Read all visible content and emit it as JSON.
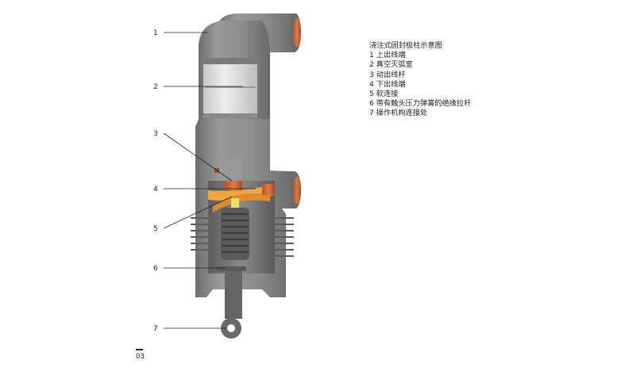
{
  "legend": {
    "title": "浇注式固封极柱示意图",
    "items": [
      "1 上出线端",
      "2 真空灭弧室",
      "3 动出线杆",
      "4 下出线端",
      "5 软连接",
      "6 带有触头压力弹簧的绝缘拉杆",
      "7 操作机构连接处"
    ]
  },
  "callouts": [
    "1",
    "2",
    "3",
    "4",
    "5",
    "6",
    "7"
  ],
  "page_number": "03",
  "colors": {
    "body": "#8e8e8e",
    "body_dark": "#6f6f6f",
    "terminal": "#d2693c",
    "flex_connector": "#f0a640",
    "spring_yellow": "#e8df72",
    "vacuum_glass": "#dedede"
  }
}
